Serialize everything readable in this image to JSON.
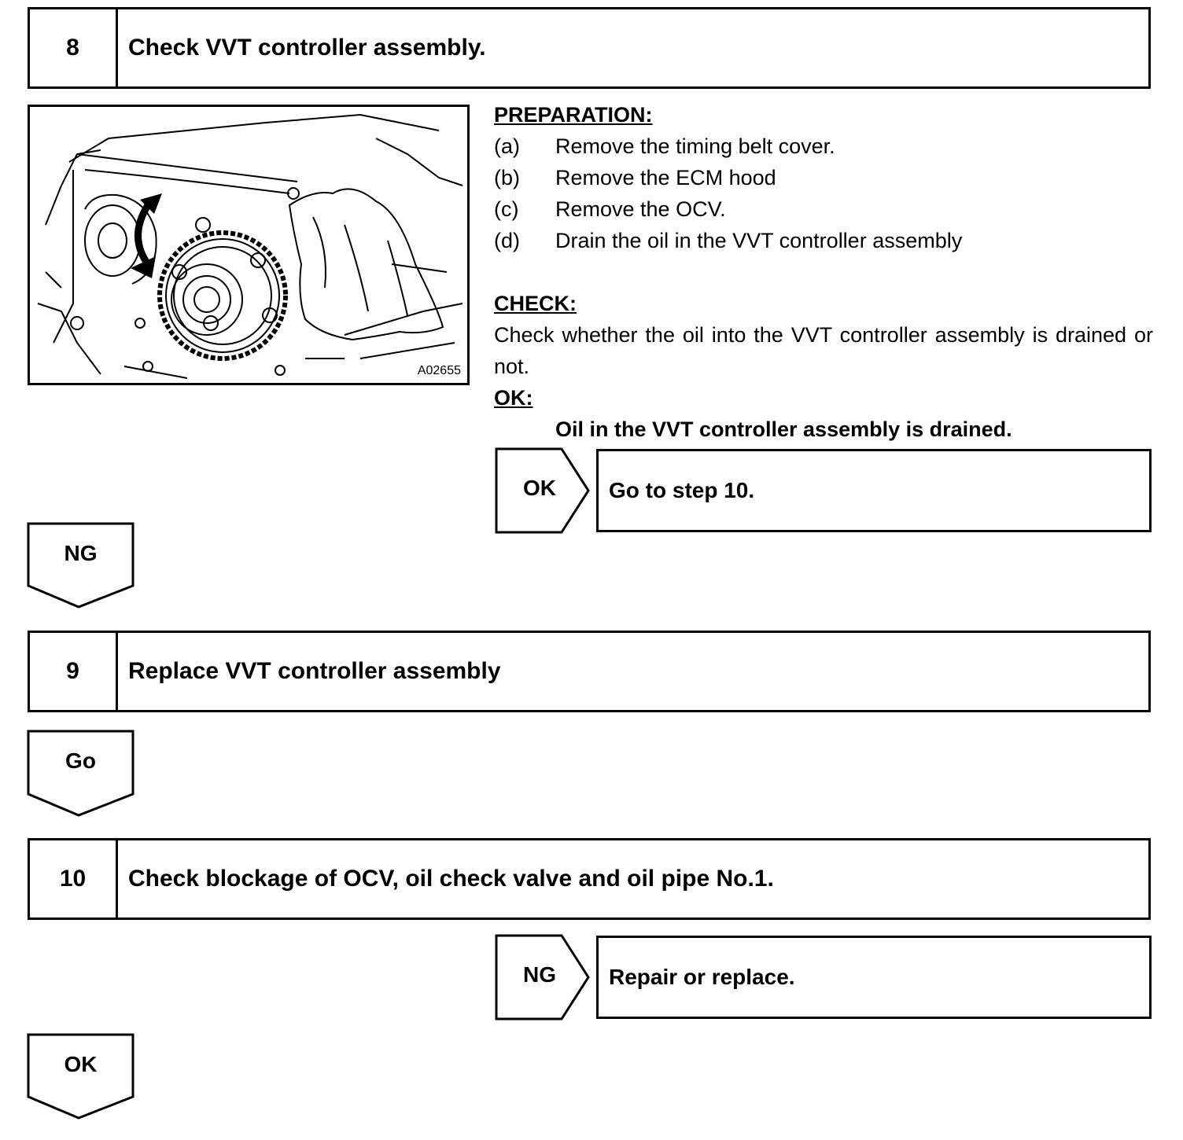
{
  "step8": {
    "number": "8",
    "title": "Check VVT controller assembly.",
    "figure_code": "A02655",
    "preparation": {
      "heading": "PREPARATION:",
      "items": [
        {
          "label": "(a)",
          "text": "Remove the timing belt cover."
        },
        {
          "label": "(b)",
          "text": "Remove the ECM hood"
        },
        {
          "label": "(c)",
          "text": "Remove the OCV."
        },
        {
          "label": "(d)",
          "text": "Drain the oil in the VVT controller assembly"
        }
      ]
    },
    "check": {
      "heading": "CHECK:",
      "text": "Check whether the oil into the VVT controller assembly is drained or not."
    },
    "ok": {
      "heading": "OK:",
      "text": "Oil in the VVT controller assembly is drained."
    },
    "ok_branch": {
      "tag": "OK",
      "result": "Go to step 10."
    },
    "ng_arrow": "NG"
  },
  "step9": {
    "number": "9",
    "title": "Replace VVT controller assembly",
    "go_arrow": "Go"
  },
  "step10": {
    "number": "10",
    "title": "Check blockage of OCV, oil check valve and oil pipe No.1.",
    "ng_branch": {
      "tag": "NG",
      "result": "Repair or replace."
    },
    "ok_arrow": "OK"
  }
}
